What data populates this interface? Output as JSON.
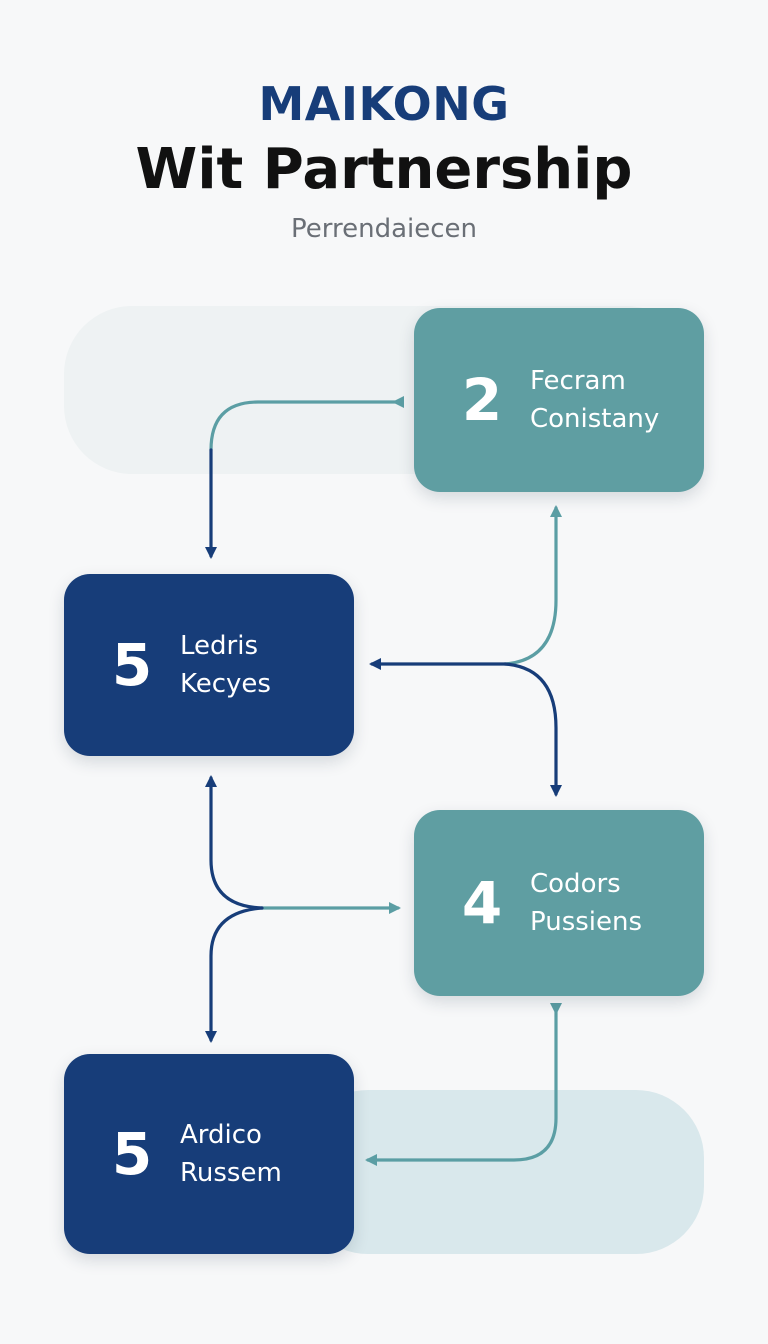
{
  "header": {
    "brand": "MAIKONG",
    "title": "Wit Partnership",
    "subtitle": "Perrendaiecen"
  },
  "colors": {
    "navy": "#173d79",
    "teal": "#5f9ea2",
    "teal_line": "#5b9ea4",
    "lane_light": "#eef2f3",
    "lane_blue": "#d9e8ec"
  },
  "nodes": [
    {
      "id": "node-2",
      "number": "2",
      "line1": "Fecram",
      "line2": "Conistany",
      "style": "teal"
    },
    {
      "id": "node-5a",
      "number": "5",
      "line1": "Ledris",
      "line2": "Kecyes",
      "style": "navy"
    },
    {
      "id": "node-4",
      "number": "4",
      "line1": "Codors",
      "line2": "Pussiens",
      "style": "teal"
    },
    {
      "id": "node-5b",
      "number": "5",
      "line1": "Ardico",
      "line2": "Russem",
      "style": "navy"
    }
  ]
}
